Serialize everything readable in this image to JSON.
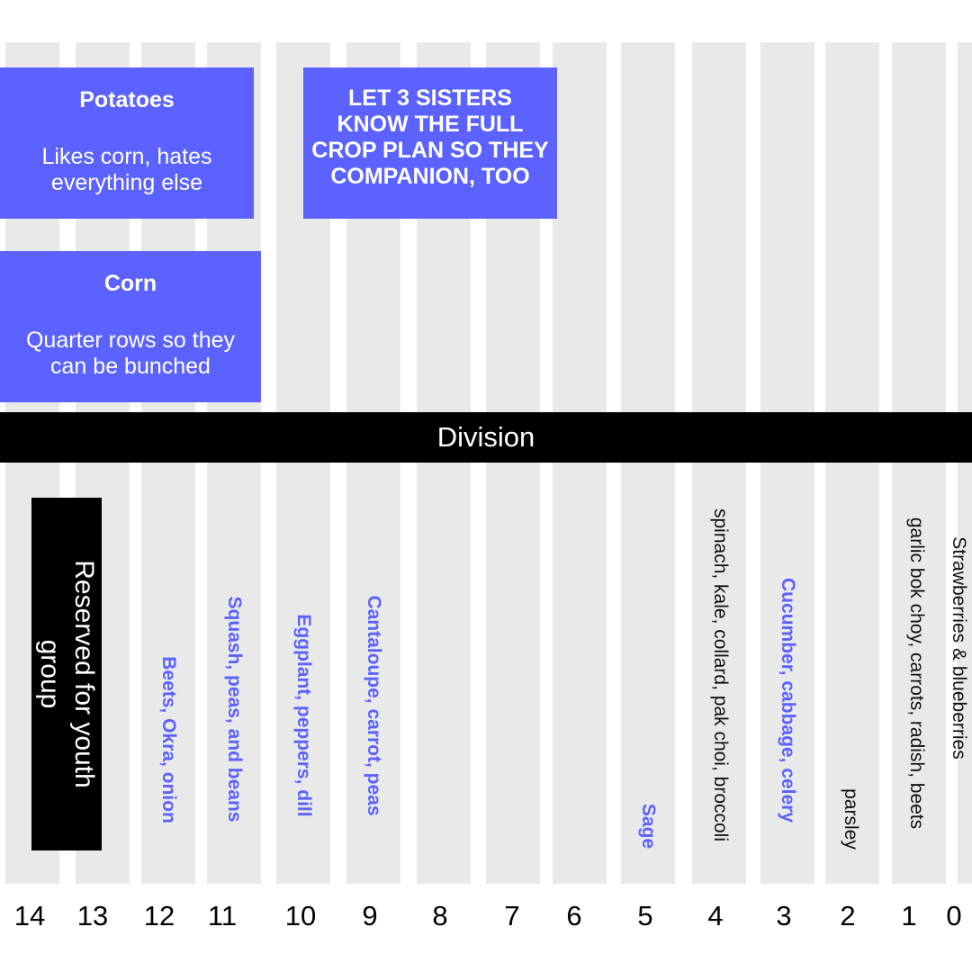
{
  "cards": {
    "potatoes": {
      "title": "Potatoes",
      "body": "Likes corn, hates everything else"
    },
    "corn": {
      "title": "Corn",
      "body": "Quarter rows so they can be bunched"
    },
    "note": {
      "text": "LET 3 SISTERS KNOW THE FULL CROP PLAN SO THEY COMPANION, TOO"
    }
  },
  "division": {
    "label": "Division"
  },
  "reserved": {
    "label": "Reserved for youth group"
  },
  "bed_labels": [
    {
      "row": "12",
      "text": "Beets, Okra, onion"
    },
    {
      "row": "11",
      "text": "Squash, peas, and beans"
    },
    {
      "row": "10",
      "text": "Eggplant, peppers, dill"
    },
    {
      "row": "9",
      "text": "Cantaloupe, carrot, peas"
    },
    {
      "row": "5",
      "text": "Sage"
    },
    {
      "row": "4",
      "text": "spinach, kale, collard, pak choi, broccoli"
    },
    {
      "row": "3",
      "text": "Cucumber, cabbage, celery"
    },
    {
      "row": "2",
      "text": "parsley"
    },
    {
      "row": "1",
      "text": "garlic bok choy, carrots, radish, beets"
    },
    {
      "row": "0",
      "text": "Strawberries & blueberries"
    }
  ],
  "row_numbers": [
    "14",
    "13",
    "12",
    "11",
    "10",
    "9",
    "8",
    "7",
    "6",
    "5",
    "4",
    "3",
    "2",
    "1",
    "0"
  ],
  "colors": {
    "accent": "#5b62ff",
    "strip": "#e9e9e9",
    "division": "#000000"
  }
}
